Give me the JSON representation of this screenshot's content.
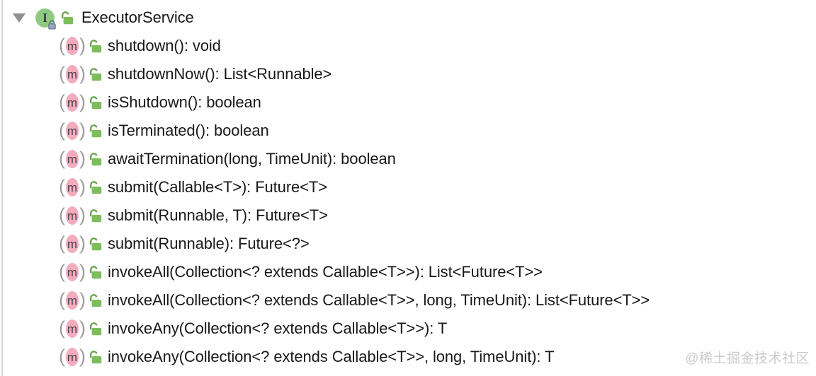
{
  "panel": {
    "root": {
      "label": "ExecutorService",
      "kind": "interface",
      "visibility": "public"
    },
    "interface_icon_letter": "I",
    "method_icon_letter": "m",
    "method_icon_paren_open": "(",
    "method_icon_paren_close": ")",
    "methods": [
      {
        "signature": "shutdown(): void"
      },
      {
        "signature": "shutdownNow(): List<Runnable>"
      },
      {
        "signature": "isShutdown(): boolean"
      },
      {
        "signature": "isTerminated(): boolean"
      },
      {
        "signature": "awaitTermination(long, TimeUnit): boolean"
      },
      {
        "signature": "submit(Callable<T>): Future<T>"
      },
      {
        "signature": "submit(Runnable, T): Future<T>"
      },
      {
        "signature": "submit(Runnable): Future<?>"
      },
      {
        "signature": "invokeAll(Collection<? extends Callable<T>>): List<Future<T>>"
      },
      {
        "signature": "invokeAll(Collection<? extends Callable<T>>, long, TimeUnit): List<Future<T>>"
      },
      {
        "signature": "invokeAny(Collection<? extends Callable<T>>): T"
      },
      {
        "signature": "invokeAny(Collection<? extends Callable<T>>, long, TimeUnit): T"
      }
    ]
  },
  "watermark": "@稀土掘金技术社区",
  "colors": {
    "interface_green": "#8fca80",
    "method_pink": "#f3abbe",
    "lock_green": "#7dbd5c",
    "lock_green_dark": "#6aa54b",
    "badge_gray_blue": "#97a7bb",
    "text": "#181818",
    "watermark_gray": "#cbcbcb",
    "paren_gray": "#9e9e9e",
    "expander_gray": "#909090"
  }
}
